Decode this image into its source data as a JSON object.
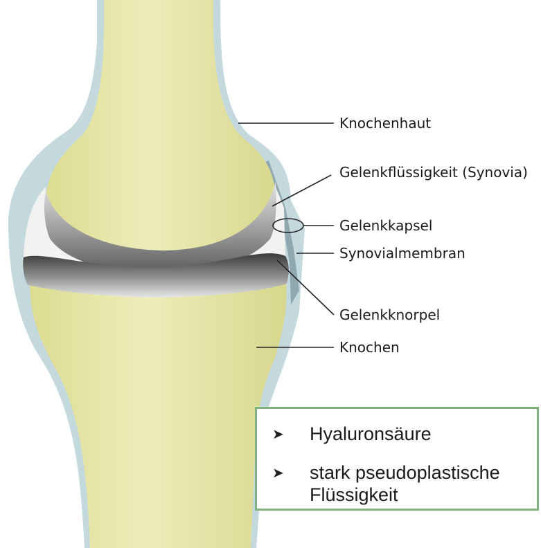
{
  "labels": {
    "knochenhaut": "Knochenhaut",
    "gelenkfluessigkeit": "Gelenkflüssigkeit (Synovia)",
    "gelenkkapsel": "Gelenkkapsel",
    "synovialmembran": "Synovialmembran",
    "gelenkknorpel": "Gelenkknorpel",
    "knochen": "Knochen"
  },
  "info_box": {
    "bullet_icon": "arrowhead-bullet",
    "bullets": [
      {
        "line1": "Hyaluronsäure"
      },
      {
        "line1": "stark pseudoplastische",
        "line2": "Flüssigkeit"
      }
    ]
  },
  "colors": {
    "bone": "#e8e6a8",
    "periosteum": "#bfd6dc",
    "capsule": "#8ea4ac",
    "synovia": "#f3f4f2",
    "cartilage_dark": "#4a4a4a",
    "box_border": "#7fb27f"
  }
}
